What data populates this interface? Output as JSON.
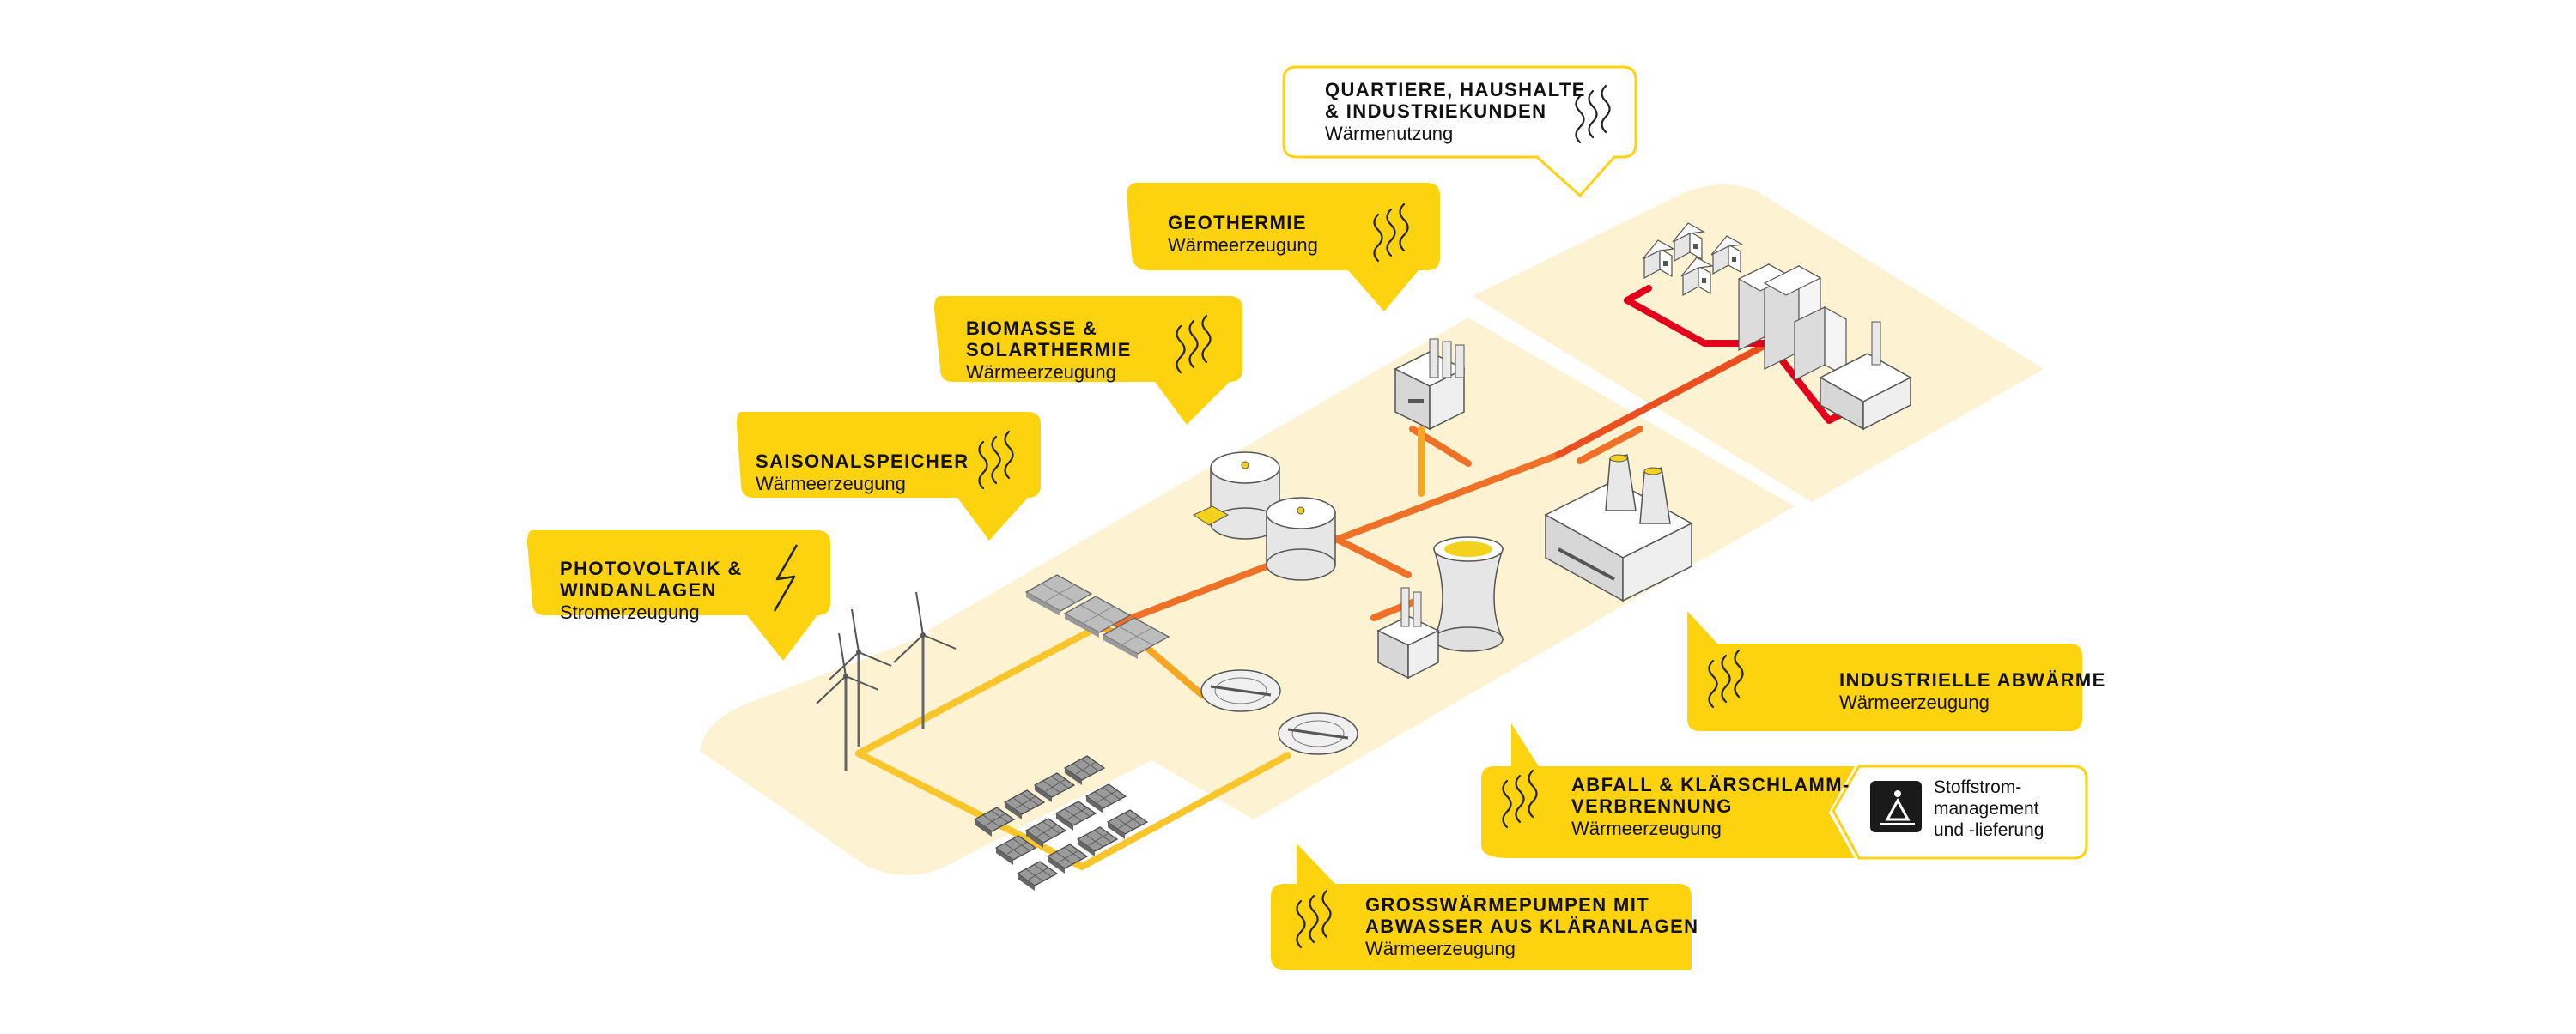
{
  "callouts": {
    "quartiere": {
      "title": "QUARTIERE, HAUSHALTE\n& INDUSTRIEKUNDEN",
      "subtitle": "Wärmenutzung",
      "icon": "heat-waves-icon"
    },
    "geothermie": {
      "title": "GEOTHERMIE",
      "subtitle": "Wärmeerzeugung",
      "icon": "heat-waves-icon"
    },
    "biomasse": {
      "title": "BIOMASSE &\nSOLARTHERMIE",
      "subtitle": "Wärmeerzeugung",
      "icon": "heat-waves-icon"
    },
    "saisonal": {
      "title": "SAISONALSPEICHER",
      "subtitle": "Wärmeerzeugung",
      "icon": "heat-waves-icon"
    },
    "photovoltaik": {
      "title": "PHOTOVOLTAIK &\nWINDANLAGEN",
      "subtitle": "Stromerzeugung",
      "icon": "lightning-icon"
    },
    "industrie": {
      "title": "INDUSTRIELLE ABWÄRME",
      "subtitle": "Wärmeerzeugung",
      "icon": "heat-waves-icon"
    },
    "abfall": {
      "title": "ABFALL & KLÄRSCHLAMM-\nVERBRENNUNG",
      "subtitle": "Wärmeerzeugung",
      "icon": "heat-waves-icon"
    },
    "waermepumpen": {
      "title": "GROSSWÄRMEPUMPEN MIT\nABWASSER AUS KLÄRANLAGEN",
      "subtitle": "Wärmeerzeugung",
      "icon": "heat-waves-icon"
    }
  },
  "stoffstrom": {
    "text": "Stoffstrom-\nmanagement\nund -lieferung",
    "icon": "recycling-icon"
  },
  "colors": {
    "callout": "#fdd20f",
    "ground": "#fdf3d2",
    "pipe_orange": "#ee7127",
    "pipe_yellow": "#f8c52a",
    "pipe_red": "#e3001b"
  }
}
